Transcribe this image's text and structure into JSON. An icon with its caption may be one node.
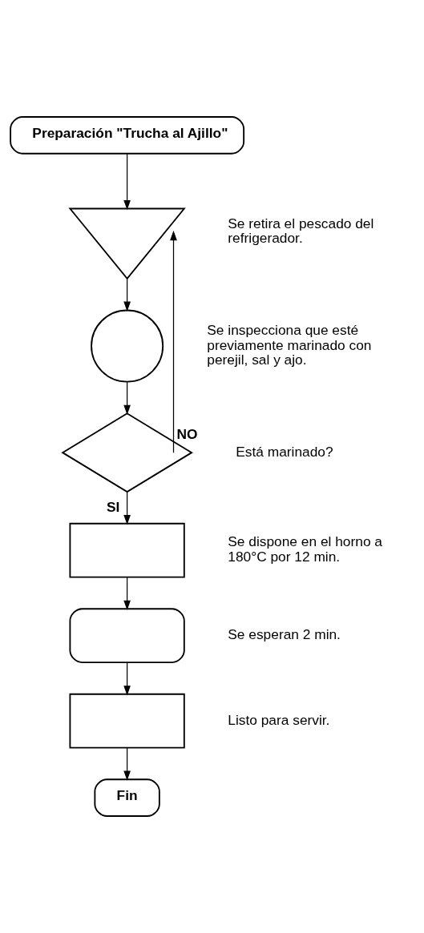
{
  "diagram": {
    "nodes": [
      {
        "text": [
          "Preparación \"Trucha al Ajillo\""
        ]
      },
      {
        "text": [],
        "shape": "triangle",
        "beside": [
          "Se retira el pescado del refrigerador."
        ]
      },
      {
        "text": [],
        "shape": "circle",
        "beside": [
          "Se inspecciona que esté previamente marinado con perejil, sal y ajo."
        ]
      },
      {
        "text": [],
        "shape": "diamond",
        "beside": [
          "Está marinado?"
        ]
      },
      {
        "text": [],
        "shape": "box",
        "beside": [
          "Se dispone en el horno a 180°C por 12 min."
        ]
      },
      {
        "text": [],
        "shape": "delay",
        "beside": [
          "Se esperan 2 min."
        ]
      },
      {
        "text": [],
        "shape": "box",
        "beside": [
          "Listo para servir."
        ]
      },
      {
        "text": [
          "Fin"
        ]
      }
    ],
    "edges": [
      {
        "from": 0,
        "to": 1,
        "arrow": "to"
      },
      {
        "from": 1,
        "to": 2,
        "arrow": "to"
      },
      {
        "from": 2,
        "to": 3,
        "arrow": "to"
      },
      {
        "from": 3,
        "to": 1,
        "arrow": "to",
        "label": "NO"
      },
      {
        "from": 3,
        "to": 4,
        "arrow": "to",
        "label": "SI"
      },
      {
        "from": 4,
        "to": 5,
        "arrow": "to"
      },
      {
        "from": 5,
        "to": 6,
        "arrow": "to"
      },
      {
        "from": 6,
        "to": 7,
        "arrow": "to"
      }
    ]
  }
}
